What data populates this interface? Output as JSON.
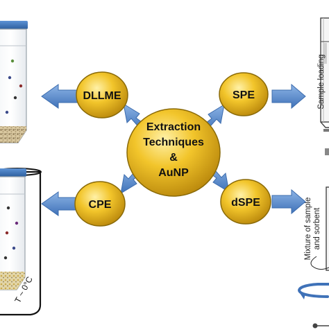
{
  "center": {
    "line1": "Extraction",
    "line2": "Techniques",
    "line3": "&",
    "line4": "AuNP"
  },
  "nodes": {
    "dllme": "DLLME",
    "spe": "SPE",
    "cpe": "CPE",
    "dspe": "dSPE"
  },
  "labels": {
    "sample_loading": "Sample loading",
    "mixture_line1": "Mixture of sample",
    "mixture_line2": "and sorbent",
    "temperature": "T ~ 0°C"
  },
  "colors": {
    "gold": "#e6b417",
    "gold_light": "#fbe27a",
    "gold_dark": "#b8860b",
    "arrow_blue": "#5b8fd0",
    "cap_blue": "#3a6fb5"
  }
}
